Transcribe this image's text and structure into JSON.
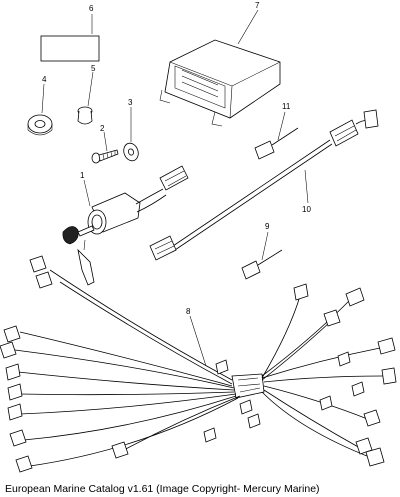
{
  "callouts": {
    "c1": "1",
    "c2": "2",
    "c3": "3",
    "c4": "4",
    "c5": "5",
    "c6": "6",
    "c7": "7",
    "c8": "8",
    "c9": "9",
    "c10": "10",
    "c11": "11"
  },
  "footer": "European Marine Catalog v1.61 (Image Copyright- Mercury Marine)"
}
